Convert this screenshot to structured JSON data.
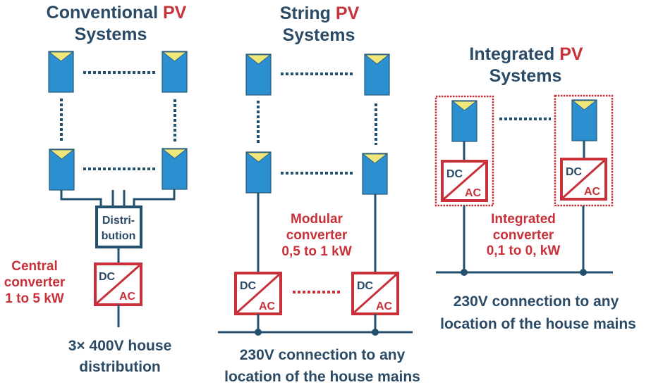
{
  "colors": {
    "text_dark": "#2a4a66",
    "accent_red": "#c8313a",
    "panel_blue": "#2b8fd0",
    "panel_triangle_yellow": "#f0e77a",
    "wire": "#24506f"
  },
  "conventional": {
    "title_prefix": "Conventional",
    "title_accent": "PV",
    "title_line2": "Systems",
    "distribution_line1": "Distri-",
    "distribution_line2": "bution",
    "converter_dc": "DC",
    "converter_ac": "AC",
    "converter_label": [
      "Central",
      "converter",
      "1 to 5 kW"
    ],
    "output_label": [
      "3× 400V house",
      "distribution"
    ]
  },
  "string": {
    "title_prefix": "String",
    "title_accent": "PV",
    "title_line2": "Systems",
    "converter_dc": "DC",
    "converter_ac": "AC",
    "converter_label": [
      "Modular",
      "converter",
      "0,5 to 1 kW"
    ],
    "output_label": [
      "230V connection to any",
      "location of the house mains"
    ]
  },
  "integrated": {
    "title_prefix": "Integrated",
    "title_accent": "PV",
    "title_line2": "Systems",
    "converter_dc": "DC",
    "converter_ac": "AC",
    "converter_label": [
      "Integrated",
      "converter",
      "0,1 to 0, kW"
    ],
    "output_label": [
      "230V connection to any",
      "location of the house mains"
    ]
  },
  "icons": {
    "pv_panel": "solar-panel-icon",
    "converter": "dc-ac-converter-icon",
    "distribution": "distribution-box-icon"
  }
}
